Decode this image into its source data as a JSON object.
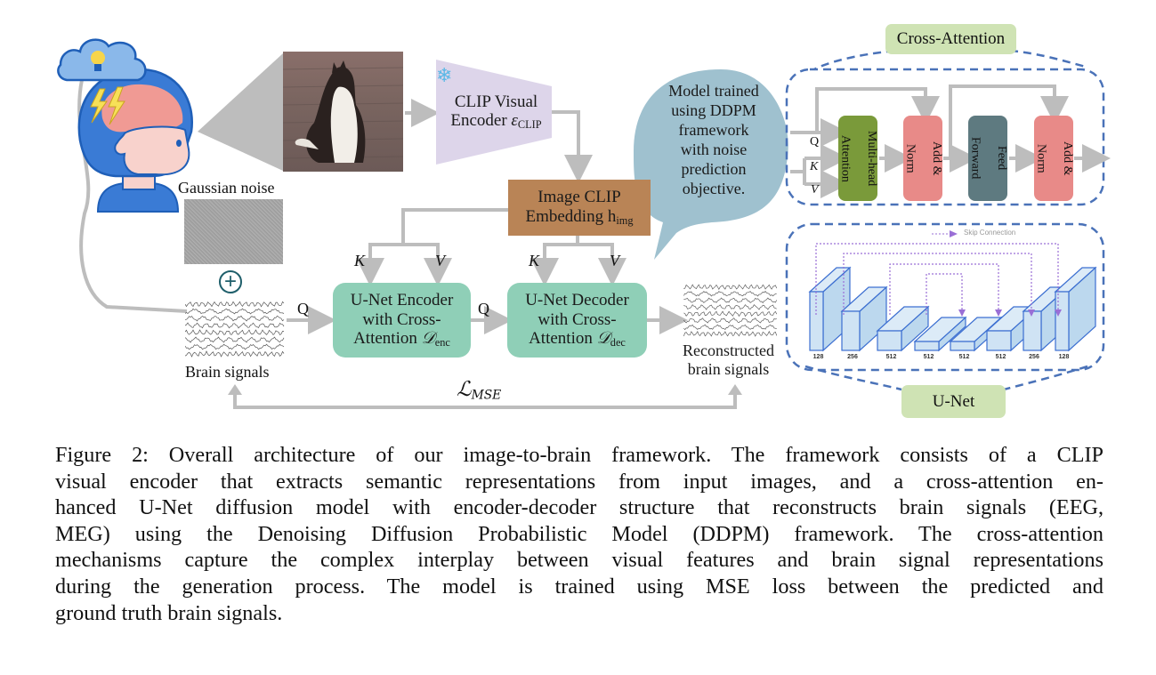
{
  "figure": {
    "caption_lines": [
      "Figure 2: Overall architecture of our image-to-brain framework. The framework consists of a CLIP",
      "visual encoder that extracts semantic representations from input images, and a cross-attention en-",
      "hanced U-Net diffusion model with encoder-decoder structure that reconstructs brain signals (EEG,",
      "MEG) using the Denoising Diffusion Probabilistic Model (DDPM) framework. The cross-attention",
      "mechanisms capture the complex interplay between visual features and brain signal representations",
      "during the generation process.  The model is trained using MSE loss between the predicted and",
      "ground truth brain signals."
    ]
  },
  "diagram": {
    "gaussian_noise_label": "Gaussian noise",
    "plus_symbol": "+",
    "brain_signals_label": "Brain signals",
    "reconstructed_label_line1": "Reconstructed",
    "reconstructed_label_line2": "brain signals",
    "clip_encoder": {
      "line1": "CLIP Visual",
      "line2": "Encoder ",
      "symbol": "ε",
      "subscript": "CLIP"
    },
    "clip_embedding": {
      "line1": "Image CLIP",
      "line2": "Embedding h",
      "subscript": "img"
    },
    "unet_encoder": {
      "line1": "U-Net Encoder",
      "line2": "with Cross-",
      "line3": "Attention ",
      "symbol": "𝒟",
      "subscript": "enc"
    },
    "unet_decoder": {
      "line1": "U-Net Decoder",
      "line2": "with Cross-",
      "line3": "Attention ",
      "symbol": "𝒟",
      "subscript": "dec"
    },
    "q_label": "Q",
    "k_label": "K",
    "v_label": "V",
    "loss_symbol": "ℒ",
    "loss_subscript": "MSE",
    "speech_bubble_lines": [
      "Model trained",
      "using DDPM",
      "framework",
      "with noise",
      "prediction",
      "objective."
    ],
    "cross_attention_panel": {
      "title": "Cross-Attention",
      "q": "Q",
      "k": "K",
      "v": "V",
      "blocks": [
        {
          "lines": [
            "Multi-head",
            "Attention"
          ],
          "color": "#7a9a3a"
        },
        {
          "lines": [
            "Add &",
            "Norm"
          ],
          "color": "#e88a88"
        },
        {
          "lines": [
            "Feed",
            "Forward"
          ],
          "color": "#5e7a80"
        },
        {
          "lines": [
            "Add &",
            "Norm"
          ],
          "color": "#e88a88"
        }
      ]
    },
    "unet_panel": {
      "title": "U-Net",
      "legend": "Skip Connection",
      "channels": [
        "128",
        "256",
        "512",
        "512",
        "512",
        "512",
        "256",
        "128"
      ]
    },
    "colors": {
      "arrow_gray": "#bdbdbd",
      "unet_block": "#8fcfb7",
      "embedding": "#b98456",
      "clip_encoder": "#ddd5ea",
      "bubble": "#9fc1cf",
      "dashed_border": "#4a72b8",
      "tag_green": "#cfe3b4",
      "skip_purple": "#9a6fd6"
    }
  }
}
